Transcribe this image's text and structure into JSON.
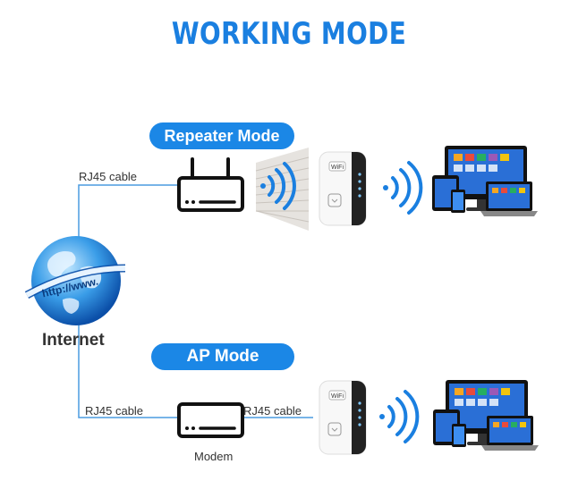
{
  "title": "WORKING MODE",
  "modes": {
    "repeater": {
      "label": "Repeater Mode",
      "cable": "RJ45 cable"
    },
    "ap": {
      "label": "AP Mode",
      "cable_left": "RJ45 cable",
      "cable_right": "RJ45 cable",
      "device_label": "Modem"
    }
  },
  "internet": {
    "label": "Internet",
    "globe_text": "http://www."
  },
  "extender_text": "WiFi",
  "colors": {
    "accent": "#1b87e6",
    "line": "#4a9be0",
    "device": "#1a1a1a"
  }
}
